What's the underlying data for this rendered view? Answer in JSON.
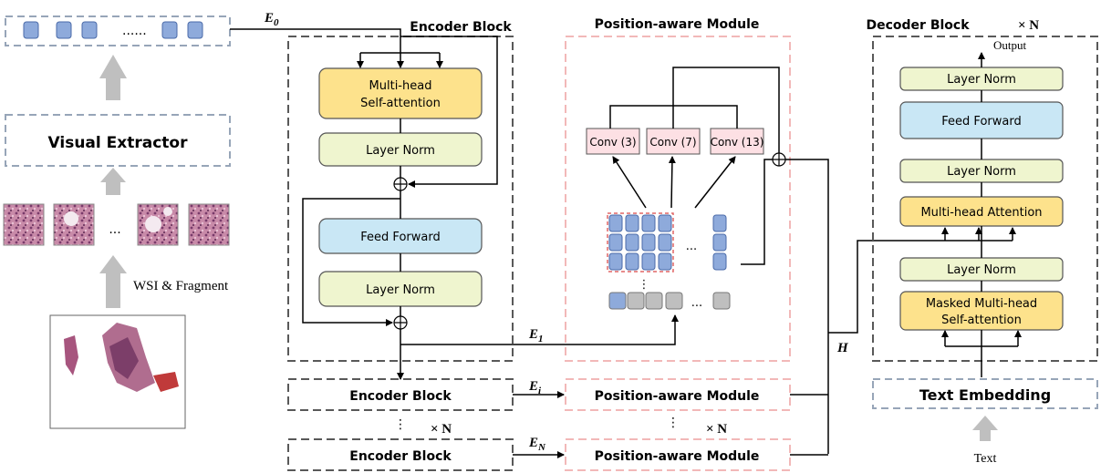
{
  "inputs": {
    "token_ellipsis": "......",
    "patch_ellipsis": "...",
    "wsi_fragment_label": "WSI & Fragment",
    "visual_extractor_label": "Visual Extractor"
  },
  "edges": {
    "e0_label": "E",
    "e0_sub": "0",
    "e1_label": "E",
    "e1_sub": "1",
    "ei_label": "E",
    "ei_sub": "i",
    "en_label": "E",
    "en_sub": "N",
    "h_label": "H"
  },
  "encoder": {
    "title": "Encoder Block",
    "mha_line1": "Multi-head",
    "mha_line2": "Self-attention",
    "layer_norm_1": "Layer Norm",
    "feed_forward": "Feed Forward",
    "layer_norm_2": "Layer Norm",
    "stack_block_i": "Encoder Block",
    "stack_block_n": "Encoder Block",
    "repeat_label": "× N",
    "vdots": "⋮"
  },
  "pam": {
    "title": "Position-aware Module",
    "conv3": "Conv (3)",
    "conv7": "Conv (7)",
    "conv13": "Conv (13)",
    "grid_dots": "...",
    "row_dots": "...",
    "vdots": "⋮",
    "stack_pam_i": "Position-aware Module",
    "stack_pam_n": "Position-aware Module",
    "repeat_label": "× N"
  },
  "decoder": {
    "title": "Decoder Block",
    "repeat_label": "× N",
    "output_label": "Output",
    "layer_norm_top": "Layer Norm",
    "feed_forward": "Feed Forward",
    "layer_norm_mid": "Layer Norm",
    "mha": "Multi-head Attention",
    "layer_norm_low": "Layer Norm",
    "masked_line1": "Masked Multi-head",
    "masked_line2": "Self-attention",
    "text_embedding": "Text Embedding",
    "text_label": "Text"
  },
  "colors": {
    "mha_yellow": "#fde28c",
    "layer_norm_green": "#eff5cf",
    "feed_forward_blue": "#c9e7f5",
    "conv_pink": "#fde0e4",
    "token_blue": "#8eaadb",
    "token_gray": "#bfbfbf",
    "dashed_dark": "#595959",
    "dashed_pink": "#f2b8b8",
    "dashed_slate": "#97a5b8",
    "arrow_gray": "#bfbfbf",
    "grid_red": "#e06666"
  }
}
